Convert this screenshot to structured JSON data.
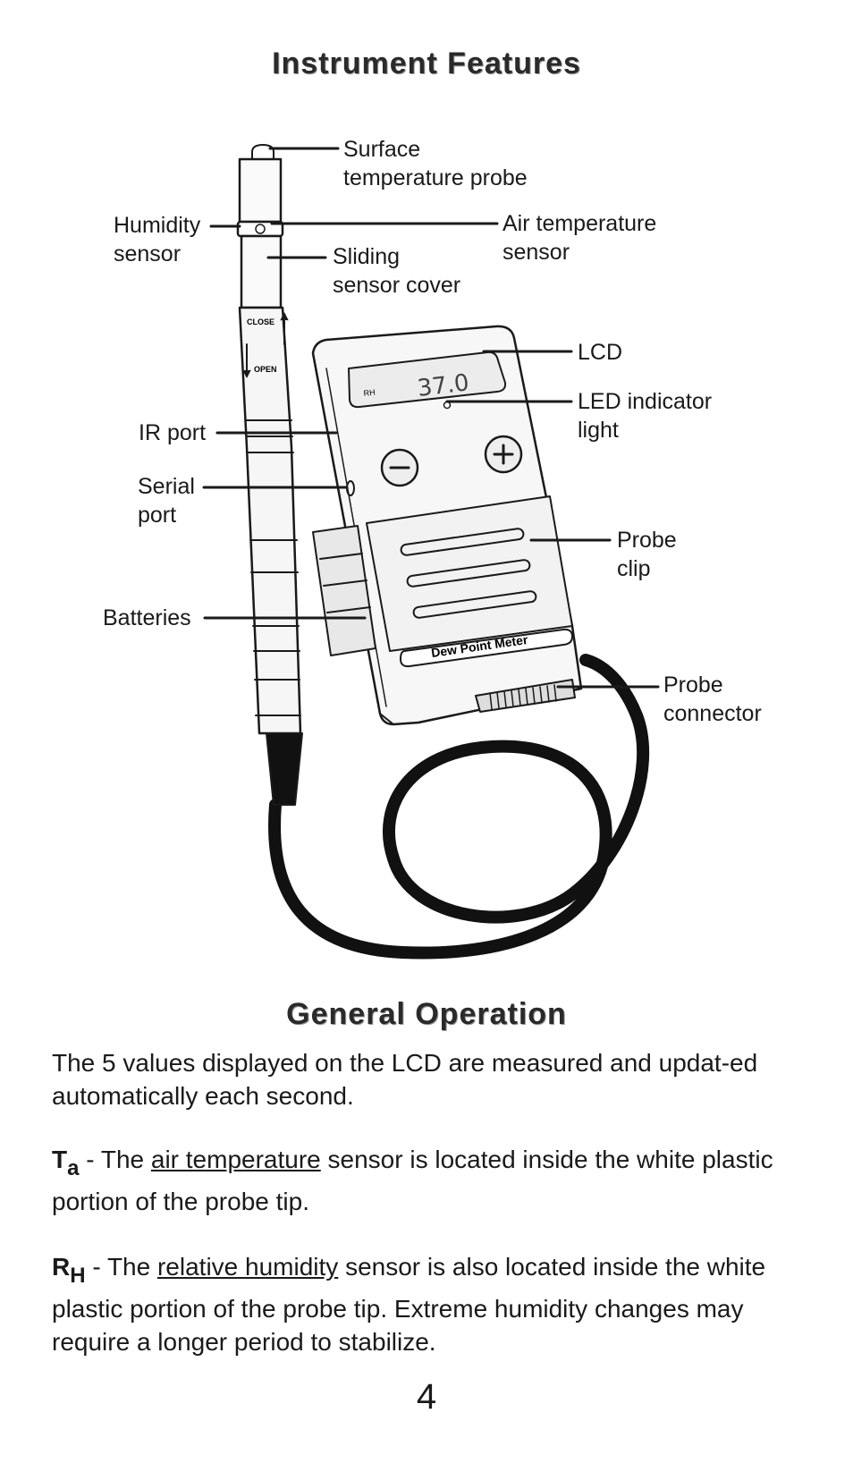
{
  "titles": {
    "features": "Instrument Features",
    "operation": "General Operation"
  },
  "diagram": {
    "labels": {
      "surface_1": "Surface",
      "surface_2": "temperature probe",
      "humidity_1": "Humidity",
      "humidity_2": "sensor",
      "airtemp_1": "Air temperature",
      "airtemp_2": "sensor",
      "sliding_1": "Sliding",
      "sliding_2": "sensor cover",
      "lcd": "LCD",
      "led_1": "LED indicator",
      "led_2": "light",
      "ir": "IR port",
      "serial_1": "Serial",
      "serial_2": "port",
      "clip_1": "Probe",
      "clip_2": "clip",
      "batteries": "Batteries",
      "connector_1": "Probe",
      "connector_2": "connector"
    },
    "probe_marks": {
      "close": "CLOSE",
      "open": "OPEN"
    },
    "lcd_reading": "37.0",
    "lcd_rh": "RH",
    "meter_name": "Dew Point Meter"
  },
  "paragraphs": {
    "p1": "The 5 values displayed on the LCD are measured and updat-ed automatically each second.",
    "ta_symbol": "T",
    "ta_sub": "a",
    "ta_pre": " - The ",
    "ta_link": "air temperature",
    "ta_post": " sensor is located inside the white plastic portion of the probe tip.",
    "rh_symbol": "R",
    "rh_sub": "H",
    "rh_pre": " - The ",
    "rh_link": "relative humidity",
    "rh_post": " sensor is also located inside the white plastic portion of the probe tip. Extreme humidity changes may require a longer period to stabilize."
  },
  "page_number": "4"
}
